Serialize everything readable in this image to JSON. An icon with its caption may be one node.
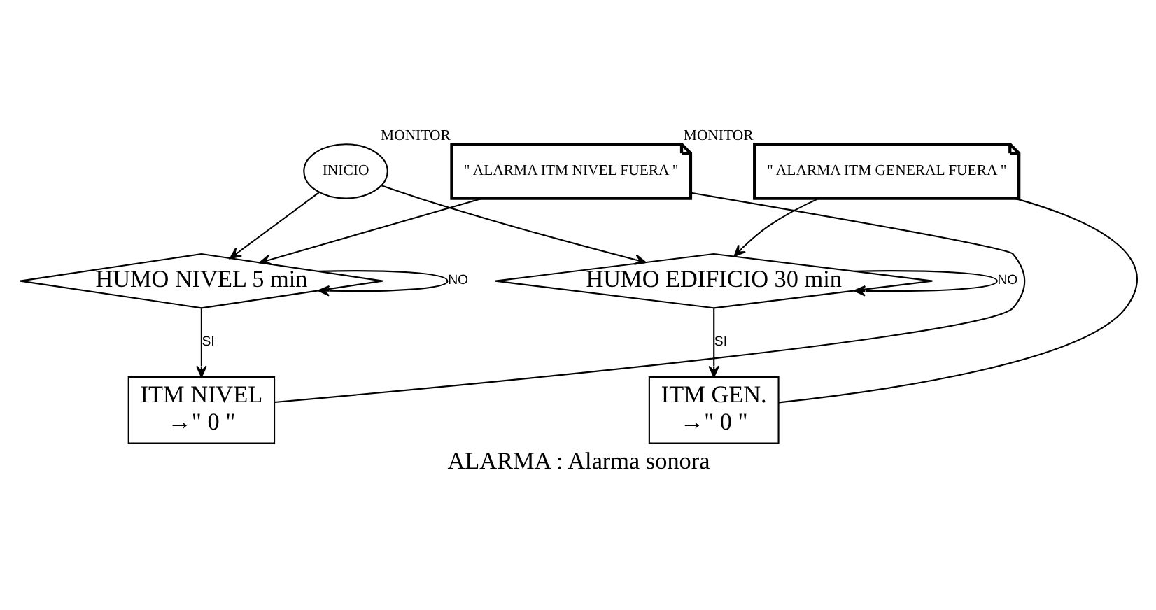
{
  "diagram": {
    "caption": "ALARMA : Alarma sonora",
    "nodes": [
      {
        "text": [
          "INICIO"
        ]
      },
      {
        "text": [
          "HUMO NIVEL 5 min"
        ]
      },
      {
        "text": [
          "\" ALARMA ITM NIVEL FUERA \""
        ],
        "beside": [
          "MONITOR"
        ]
      },
      {
        "text": [
          "ITM NIVEL",
          "→\" 0 \""
        ]
      },
      {
        "text": [
          "HUMO EDIFICIO 30 min"
        ]
      },
      {
        "text": [
          "\" ALARMA ITM GENERAL FUERA \""
        ],
        "beside": [
          "MONITOR"
        ]
      },
      {
        "text": [
          "ITM GEN.",
          "→\" 0 \""
        ]
      }
    ],
    "edges": [
      {
        "from": 0,
        "to": 1,
        "arrow": "to"
      },
      {
        "from": 0,
        "to": 4,
        "arrow": "to"
      },
      {
        "from": 1,
        "to": 3,
        "label": "SI",
        "arrow": "to"
      },
      {
        "from": 1,
        "to": 1,
        "label": "NO",
        "arrow": "to"
      },
      {
        "from": 3,
        "to": 2,
        "arrow": "none"
      },
      {
        "from": 2,
        "to": 1,
        "arrow": "to"
      },
      {
        "from": 4,
        "to": 6,
        "label": "SI",
        "arrow": "to"
      },
      {
        "from": 4,
        "to": 4,
        "label": "NO",
        "arrow": "to"
      },
      {
        "from": 6,
        "to": 5,
        "arrow": "none"
      },
      {
        "from": 5,
        "to": 4,
        "arrow": "to"
      }
    ]
  }
}
